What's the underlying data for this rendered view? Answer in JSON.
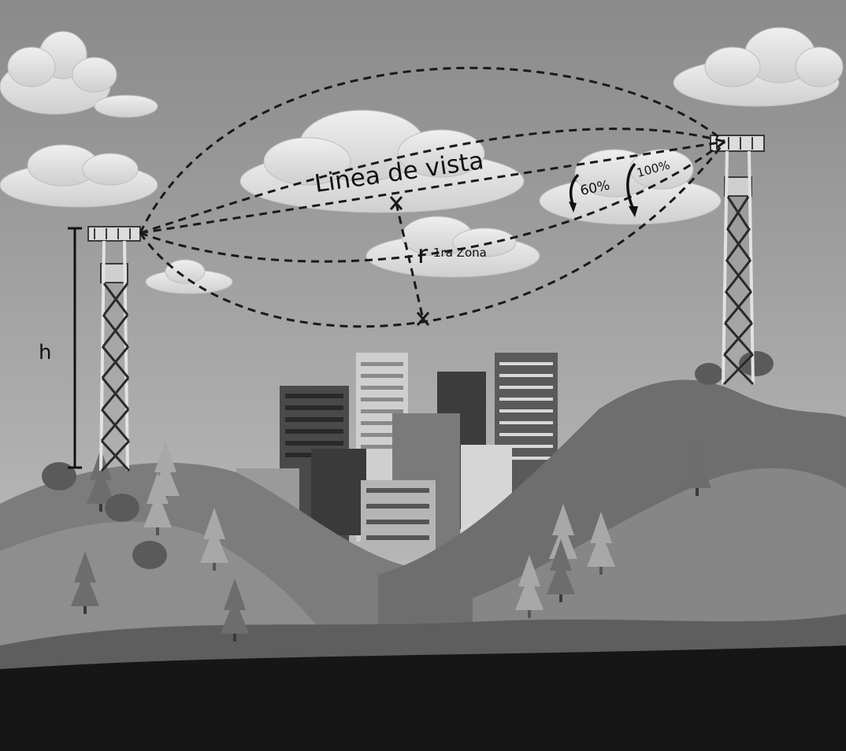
{
  "labels": {
    "line_of_sight": "Linea de vista",
    "radius_symbol": "r",
    "radius_subscript": "1ra Zona",
    "percent_60": "60%",
    "percent_100": "100%",
    "height": "h"
  },
  "colors": {
    "sky_top": "#8a8a8a",
    "sky_bottom": "#c9c9c9",
    "cloud": "#e6e6e6",
    "ground": "#161616",
    "dash_line": "#1a1a1a"
  }
}
